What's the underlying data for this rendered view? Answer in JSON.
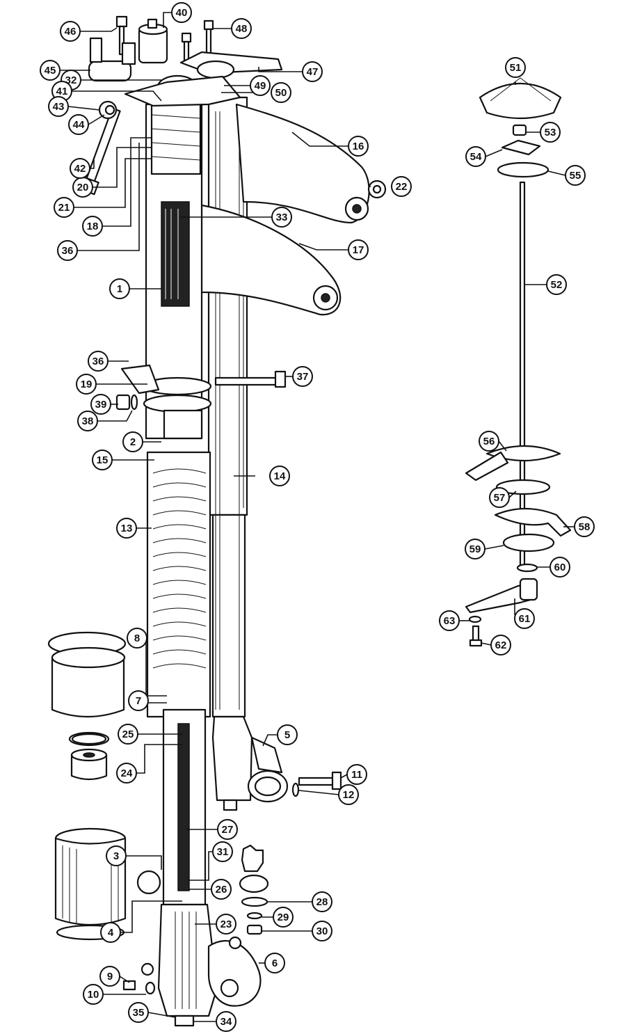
{
  "callouts": [
    {
      "n": "1"
    },
    {
      "n": "2"
    },
    {
      "n": "3"
    },
    {
      "n": "4"
    },
    {
      "n": "5"
    },
    {
      "n": "6"
    },
    {
      "n": "7"
    },
    {
      "n": "8"
    },
    {
      "n": "9"
    },
    {
      "n": "10"
    },
    {
      "n": "11"
    },
    {
      "n": "12"
    },
    {
      "n": "13"
    },
    {
      "n": "14"
    },
    {
      "n": "15"
    },
    {
      "n": "16"
    },
    {
      "n": "17"
    },
    {
      "n": "18"
    },
    {
      "n": "19"
    },
    {
      "n": "20"
    },
    {
      "n": "21"
    },
    {
      "n": "22"
    },
    {
      "n": "23"
    },
    {
      "n": "24"
    },
    {
      "n": "25"
    },
    {
      "n": "26"
    },
    {
      "n": "27"
    },
    {
      "n": "28"
    },
    {
      "n": "29"
    },
    {
      "n": "30"
    },
    {
      "n": "31"
    },
    {
      "n": "32"
    },
    {
      "n": "33"
    },
    {
      "n": "34"
    },
    {
      "n": "35"
    },
    {
      "n": "36"
    },
    {
      "n": "36"
    },
    {
      "n": "37"
    },
    {
      "n": "38"
    },
    {
      "n": "39"
    },
    {
      "n": "40"
    },
    {
      "n": "41"
    },
    {
      "n": "42"
    },
    {
      "n": "43"
    },
    {
      "n": "44"
    },
    {
      "n": "45"
    },
    {
      "n": "46"
    },
    {
      "n": "47"
    },
    {
      "n": "48"
    },
    {
      "n": "49"
    },
    {
      "n": "50"
    },
    {
      "n": "51"
    },
    {
      "n": "52"
    },
    {
      "n": "53"
    },
    {
      "n": "54"
    },
    {
      "n": "55"
    },
    {
      "n": "56"
    },
    {
      "n": "57"
    },
    {
      "n": "58"
    },
    {
      "n": "59"
    },
    {
      "n": "60"
    },
    {
      "n": "61"
    },
    {
      "n": "62"
    },
    {
      "n": "63"
    }
  ],
  "colors": {
    "ink": "#111111",
    "paper": "#ffffff"
  }
}
